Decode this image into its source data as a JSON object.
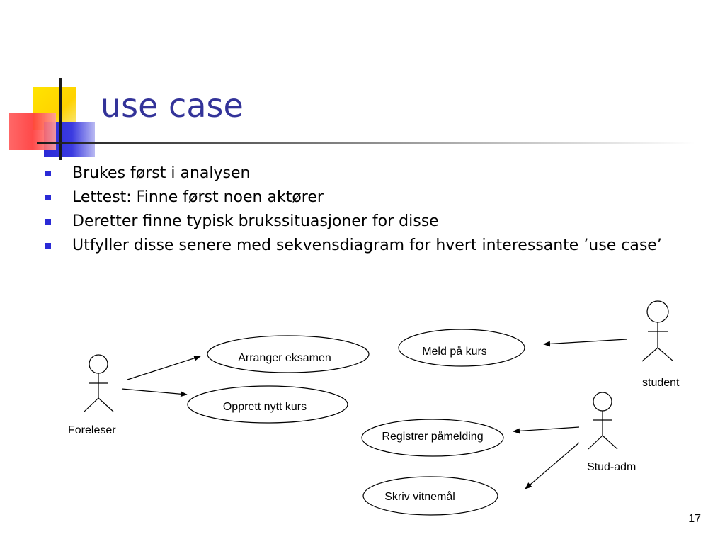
{
  "slide": {
    "title": "use case",
    "page_number": "17",
    "bullets": [
      "Brukes først i analysen",
      "Lettest: Finne først noen aktører",
      "Deretter finne typisk brukssituasjoner for disse",
      "Utfyller disse senere med sekvensdiagram for hvert interessante ’use case’"
    ],
    "accent_colors": {
      "title": "#333399",
      "bullet": "#2a2ad6",
      "yellow": "#ffe400",
      "blue": "#2a2ad6",
      "red": "#ff3a3a"
    }
  },
  "diagram": {
    "actors": {
      "foreleser": "Foreleser",
      "student": "student",
      "stud_adm": "Stud-adm"
    },
    "use_cases": {
      "arranger_eksamen": "Arranger eksamen",
      "opprett_nytt_kurs": "Opprett nytt kurs",
      "meld_pa_kurs": "Meld på kurs",
      "registrer_pamelding": "Registrer påmelding",
      "skriv_vitnemal": "Skriv vitnemål"
    },
    "associations": [
      {
        "from": "Foreleser",
        "to": "Arranger eksamen"
      },
      {
        "from": "Foreleser",
        "to": "Opprett nytt kurs"
      },
      {
        "from": "student",
        "to": "Meld på kurs"
      },
      {
        "from": "Stud-adm",
        "to": "Registrer påmelding"
      },
      {
        "from": "Stud-adm",
        "to": "Skriv vitnemål"
      }
    ]
  }
}
